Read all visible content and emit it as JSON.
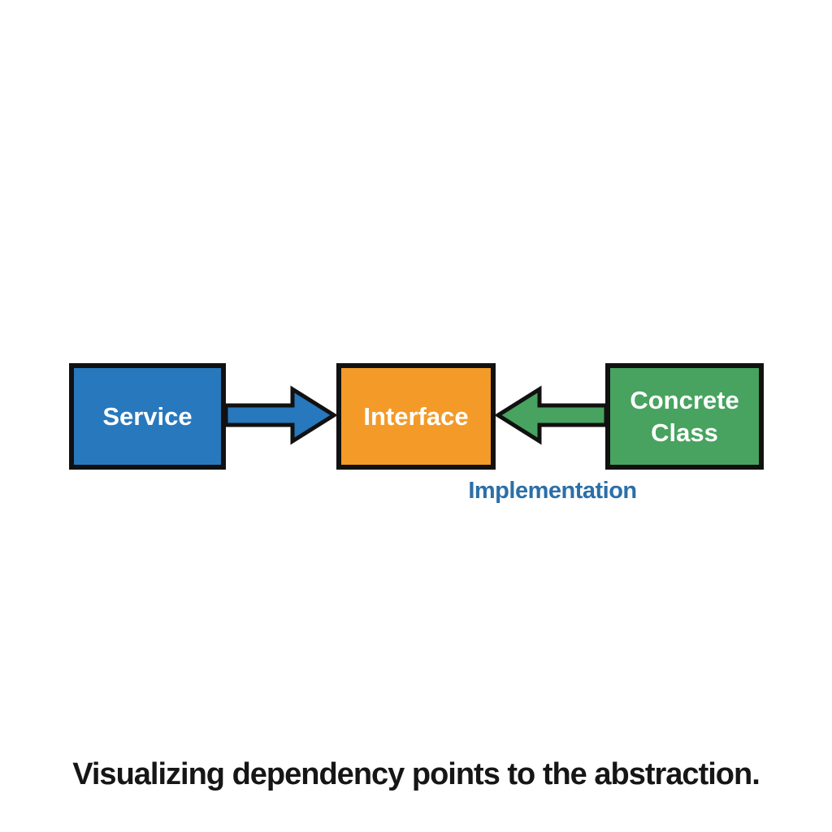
{
  "diagram": {
    "boxes": [
      {
        "id": "service",
        "label": "Service"
      },
      {
        "id": "interface",
        "label": "Interface"
      },
      {
        "id": "concrete",
        "label": "Concrete Class"
      }
    ],
    "arrows": [
      {
        "id": "dependency-arrow",
        "from": "Service",
        "to": "Interface",
        "direction": "right"
      },
      {
        "id": "implementation-arrow",
        "from": "Concrete Class",
        "to": "Interface",
        "direction": "left",
        "label": "Implementation"
      }
    ],
    "arrow_label": "Implementation",
    "caption": "Visualizing dependency points to the abstraction."
  },
  "colors": {
    "service-fill": "#2878bd",
    "interface-fill": "#f39a28",
    "concrete-fill": "#47a35f",
    "arrow-blue": "#2878bd",
    "arrow-green": "#47a35f",
    "label-blue": "#2b6fa8",
    "outline": "#111111"
  }
}
